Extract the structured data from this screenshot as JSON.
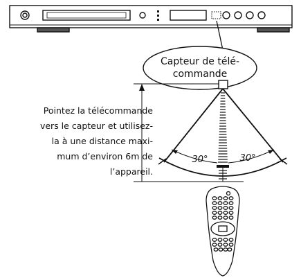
{
  "sensor_callout": {
    "line1": "Capteur de télé-",
    "line2": "commande"
  },
  "instructions": {
    "lines": [
      "Pointez la télécommande",
      "vers le capteur et utilisez-",
      "la à une distance maxi-",
      "mum d’environ 6m de",
      "l’appareil."
    ]
  },
  "angles": {
    "left": "30°",
    "right": "30°"
  }
}
